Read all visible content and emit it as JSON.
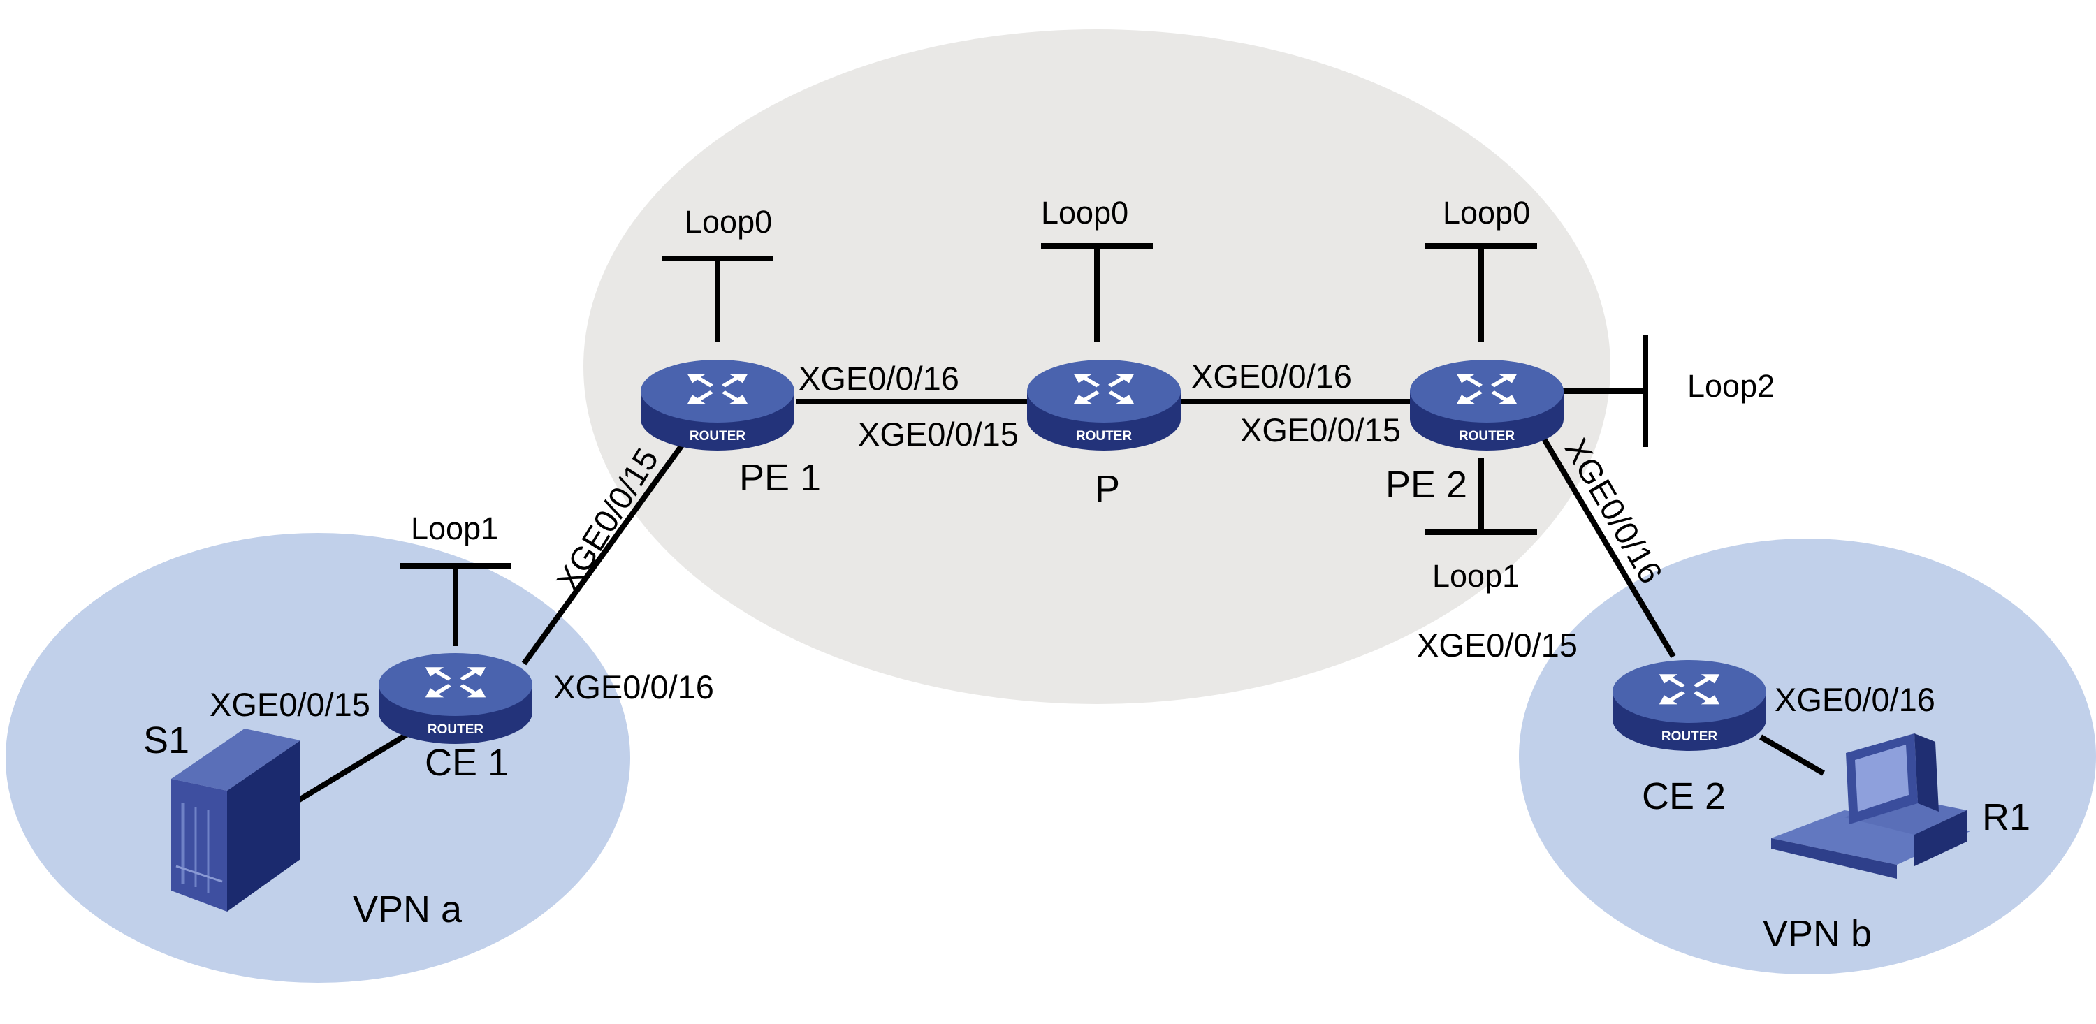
{
  "colors": {
    "backbone_area": "#e9e8e6",
    "vpn_area": "#c1d0ea",
    "router_top": "#4a63ae",
    "router_side": "#23337a",
    "router_arrows": "#ffffff"
  },
  "icons": {
    "router": "router-icon",
    "server": "server-icon",
    "workstation": "workstation-icon"
  },
  "areas": {
    "vpn_a": "VPN a",
    "vpn_b": "VPN b"
  },
  "devices": {
    "pe1": {
      "name": "PE 1",
      "caption": "ROUTER"
    },
    "p": {
      "name": "P",
      "caption": "ROUTER"
    },
    "pe2": {
      "name": "PE 2",
      "caption": "ROUTER"
    },
    "ce1": {
      "name": "CE 1",
      "caption": "ROUTER"
    },
    "ce2": {
      "name": "CE 2",
      "caption": "ROUTER"
    },
    "s1": {
      "name": "S1"
    },
    "r1": {
      "name": "R1"
    }
  },
  "loopbacks": {
    "pe1_loop0": "Loop0",
    "p_loop0": "Loop0",
    "pe2_loop0": "Loop0",
    "pe2_loop1": "Loop1",
    "pe2_loop2": "Loop2",
    "ce1_loop1": "Loop1"
  },
  "interfaces": {
    "pe1_to_p": "XGE0/0/16",
    "p_from_pe1": "XGE0/0/15",
    "p_to_pe2": "XGE0/0/16",
    "pe2_from_p": "XGE0/0/15",
    "pe1_to_ce1": "XGE0/0/15",
    "pe2_to_ce2": "XGE0/0/16",
    "ce1_to_s1": "XGE0/0/15",
    "ce1_to_pe1": "XGE0/0/16",
    "ce2_to_pe2": "XGE0/0/15",
    "ce2_to_r1": "XGE0/0/16"
  }
}
